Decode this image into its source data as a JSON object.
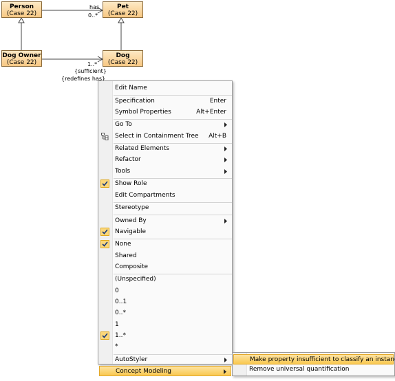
{
  "diagram": {
    "classes": [
      {
        "id": "person",
        "name": "Person",
        "case": "(Case 22)"
      },
      {
        "id": "pet",
        "name": "Pet",
        "case": "(Case 22)"
      },
      {
        "id": "dog-owner",
        "name": "Dog Owner",
        "case": "(Case 22)"
      },
      {
        "id": "dog",
        "name": "Dog",
        "case": "(Case 22)"
      }
    ],
    "labels": {
      "has": "has",
      "has_mult": "0..*",
      "dog_mult": "1..*",
      "sufficient": "{sufficient}",
      "redefines": "{redefines has}"
    }
  },
  "menu": {
    "items": [
      {
        "label": "Edit Name"
      },
      {
        "sep": true
      },
      {
        "label": "Specification",
        "shortcut": "Enter"
      },
      {
        "label": "Symbol Properties",
        "shortcut": "Alt+Enter"
      },
      {
        "sep": true
      },
      {
        "label": "Go To",
        "submenu": true
      },
      {
        "label": "Select in Containment Tree",
        "shortcut": "Alt+B",
        "icon": "containment-tree-icon"
      },
      {
        "sep": true
      },
      {
        "label": "Related Elements",
        "submenu": true
      },
      {
        "label": "Refactor",
        "submenu": true
      },
      {
        "label": "Tools",
        "submenu": true
      },
      {
        "sep": true
      },
      {
        "label": "Show Role",
        "checked": true
      },
      {
        "label": "Edit Compartments"
      },
      {
        "sep": true
      },
      {
        "label": "Stereotype"
      },
      {
        "sep": true
      },
      {
        "label": "Owned By",
        "submenu": true
      },
      {
        "label": "Navigable",
        "checked": true
      },
      {
        "sep": true
      },
      {
        "label": "None",
        "checked": true
      },
      {
        "label": "Shared"
      },
      {
        "label": "Composite"
      },
      {
        "sep": true
      },
      {
        "label": "(Unspecified)"
      },
      {
        "label": "0"
      },
      {
        "label": "0..1"
      },
      {
        "label": "0..*"
      },
      {
        "label": "1"
      },
      {
        "label": "1..*",
        "checked": true
      },
      {
        "label": "*"
      },
      {
        "sep": true
      },
      {
        "label": "AutoStyler",
        "submenu": true
      },
      {
        "label": "Concept Modeling",
        "submenu": true,
        "highlighted": true
      }
    ]
  },
  "submenu": {
    "items": [
      {
        "label": "Make property insufficient to classify an instance",
        "highlighted": true
      },
      {
        "label": "Remove universal quantification"
      }
    ]
  },
  "colors": {
    "class_fill_top": "#fde9c4",
    "class_fill_bottom": "#f7c884",
    "highlight": "#f9c850",
    "check_bg": "#fbd77a"
  }
}
